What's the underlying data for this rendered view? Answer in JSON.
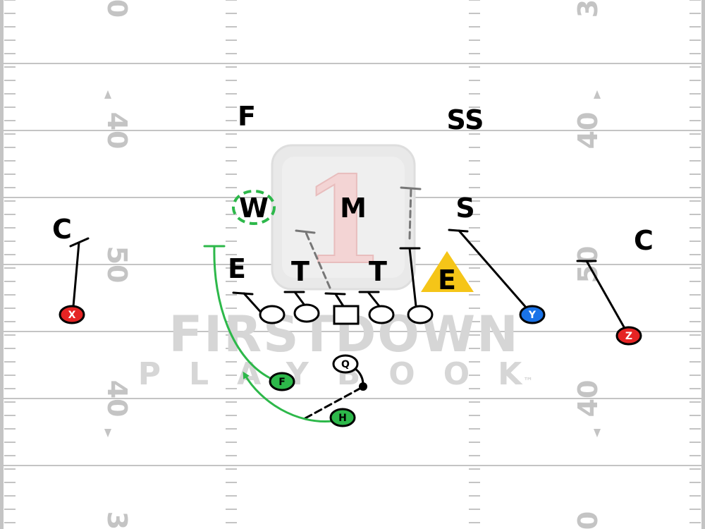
{
  "field": {
    "yard_numbers": [
      "0",
      "40",
      "50",
      "40",
      "3",
      "3",
      "40",
      "50",
      "40",
      "0"
    ]
  },
  "watermark": {
    "logo_text": "1",
    "line1": "FIRSTDOWN",
    "line2": "PLAYBOOK",
    "tm": "™"
  },
  "defense": {
    "F": "F",
    "SS": "SS",
    "W": "W",
    "M": "M",
    "S": "S",
    "C_left": "C",
    "C_right": "C",
    "E_left": "E",
    "T_left": "T",
    "T_right": "T",
    "E_right": "E"
  },
  "offense": {
    "X": "X",
    "Y": "Y",
    "Z": "Z",
    "Q": "Q",
    "F": "F",
    "H": "H"
  },
  "colors": {
    "red_player": "#e52424",
    "blue_player": "#1a73e8",
    "green_player": "#2db84a",
    "end_triangle": "#f5c518",
    "yard_lines": "#c4c4c4"
  }
}
